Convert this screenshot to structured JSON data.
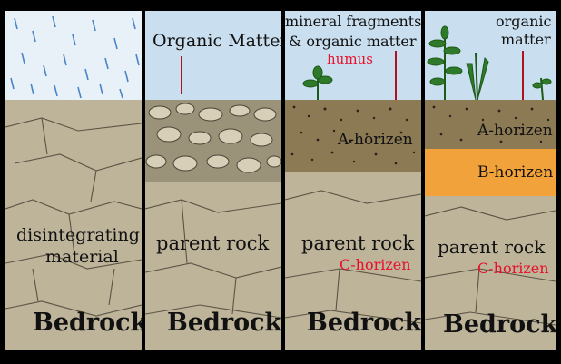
{
  "panels": [
    {
      "id": "stage-1",
      "labels": {
        "middle_line1": "disintegrating",
        "middle_line2": "material",
        "bottom": "Bedrock"
      }
    },
    {
      "id": "stage-2",
      "labels": {
        "top": "Organic Matter",
        "middle": "parent rock",
        "bottom": "Bedrock"
      }
    },
    {
      "id": "stage-3",
      "labels": {
        "top_line1": "mineral fragments",
        "top_line2": "& organic matter",
        "humus": "humus",
        "a_horizon": "A-horizen",
        "middle": "parent rock",
        "c_horizon": "C-horizen",
        "bottom": "Bedrock"
      }
    },
    {
      "id": "stage-4",
      "labels": {
        "top_line1": "organic",
        "top_line2": "matter",
        "a_horizon": "A-horizen",
        "b_horizon": "B-horizen",
        "middle": "parent rock",
        "c_horizon": "C-horizen",
        "bottom": "Bedrock"
      }
    }
  ],
  "colors": {
    "sky": "#c9dff0",
    "rain": "#4a86c8",
    "bedrock": "#bdb49a",
    "a_horizon": "#8c7a55",
    "b_horizon": "#f2a23a",
    "accent_red": "#e8102a",
    "plant": "#2e7a2a"
  }
}
